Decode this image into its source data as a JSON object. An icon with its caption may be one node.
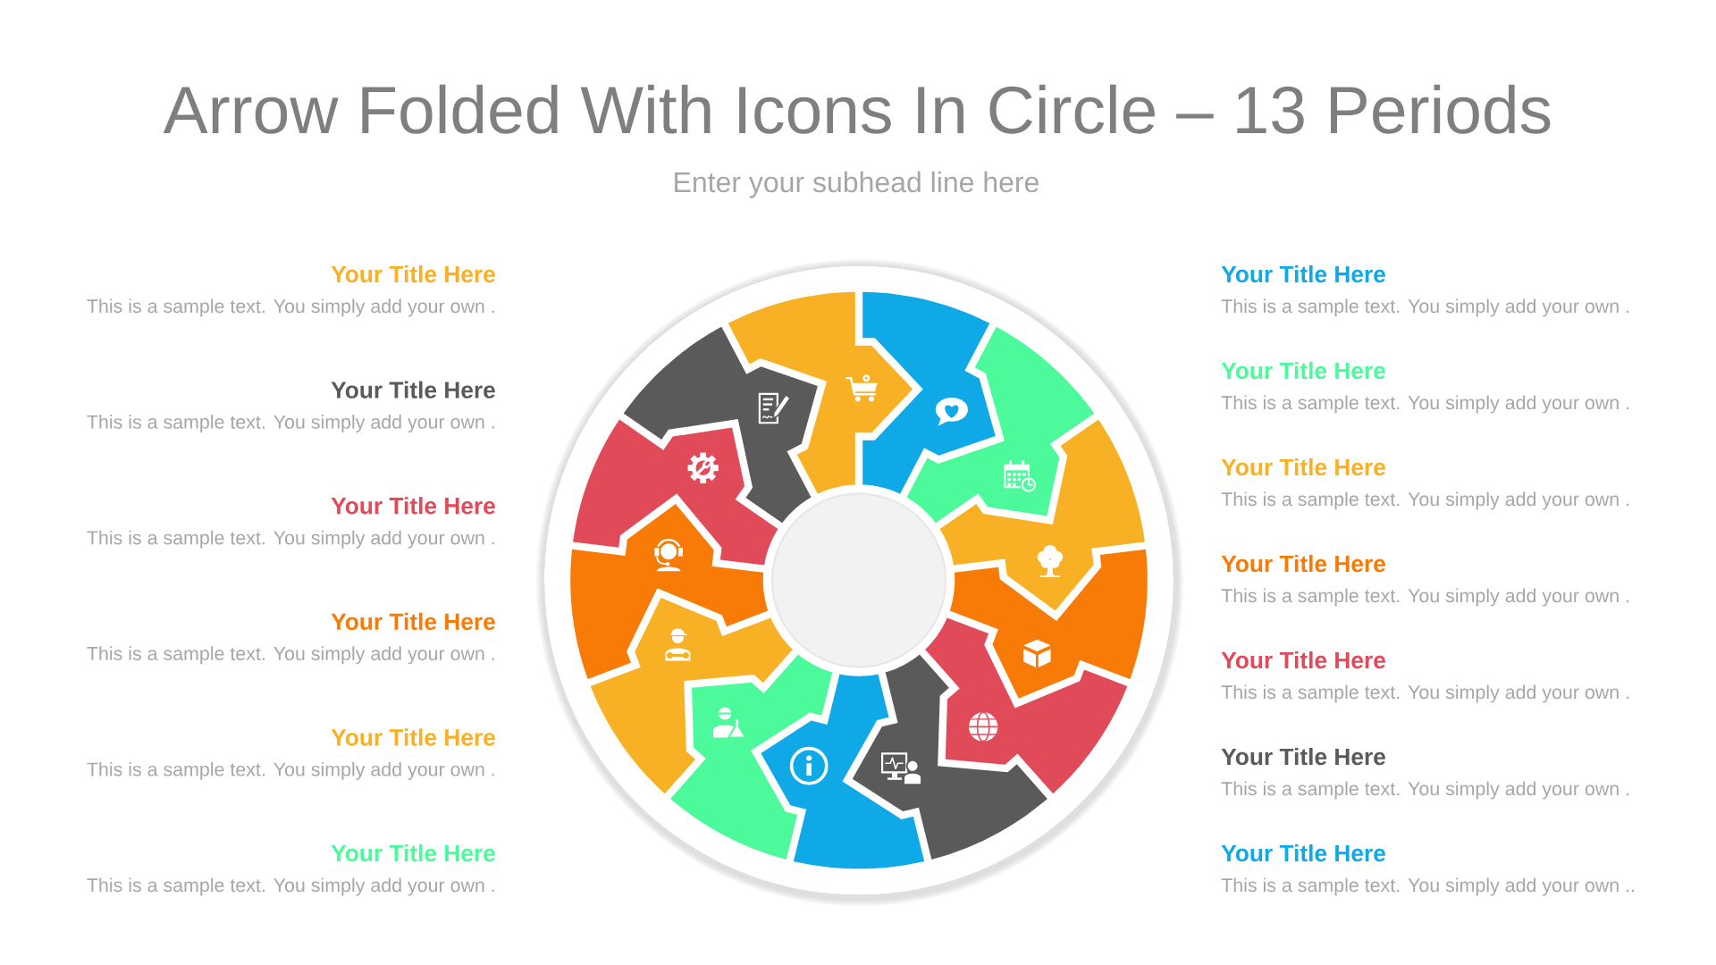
{
  "diagram": {
    "title": "Arrow Folded With Icons In Circle – 13 Periods",
    "nodes": [
      {
        "text": [],
        "shape": "arrow"
      },
      {
        "text": [],
        "shape": "arrow"
      },
      {
        "text": [],
        "shape": "arrow"
      },
      {
        "text": [],
        "shape": "arrow"
      },
      {
        "text": [],
        "shape": "arrow"
      },
      {
        "text": [],
        "shape": "arrow"
      },
      {
        "text": [],
        "shape": "arrow"
      },
      {
        "text": [],
        "shape": "arrow"
      },
      {
        "text": [],
        "shape": "arrow"
      },
      {
        "text": [],
        "shape": "arrow"
      },
      {
        "text": [],
        "shape": "arrow"
      },
      {
        "text": [],
        "shape": "arrow"
      },
      {
        "text": [],
        "shape": "arrow"
      }
    ],
    "labels": [
      "Enter your subhead line here",
      "Your Title Here",
      "This is a sample text. You simply add your own .",
      "Your Title Here",
      "This is a sample text. You simply add your own .",
      "Your Title Here",
      "This is a sample text. You simply add your own .",
      "Your Title Here",
      "This is a sample text. You simply add your own .",
      "Your Title Here",
      "This is a sample text. You simply add your own .",
      "Your Title Here",
      "This is a sample text. You simply add your own .",
      "Your Title Here",
      "This is a sample text. You simply add your own .",
      "Your Title Here",
      "This is a sample text. You simply add your own .",
      "Your Title Here",
      "This is a sample text. You simply add your own .",
      "Your Title Here",
      "This is a sample text. You simply add your own .",
      "Your Title Here",
      "This is a sample text. You simply add your own .",
      "Your Title Here",
      "This is a sample text. You simply add your own .",
      "Your Title Here",
      "This is a sample text. You simply add your own .."
    ]
  }
}
